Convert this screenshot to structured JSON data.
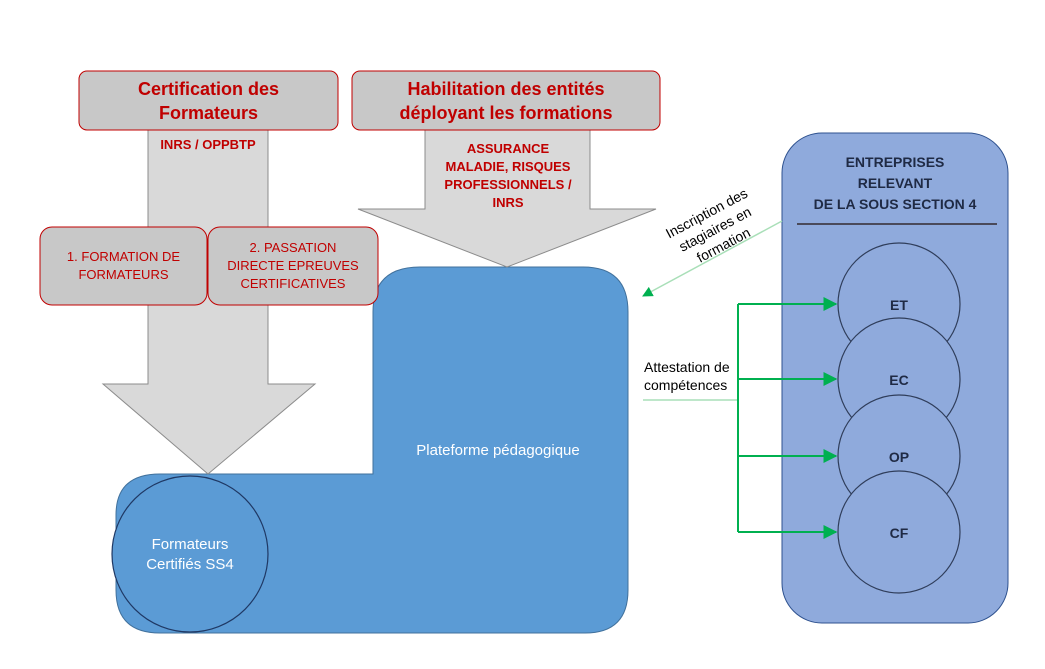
{
  "certification": {
    "title": "Certification des\nFormateurs",
    "subtitle": "INRS / OPPBTP",
    "step1": "1. FORMATION DE\nFORMATEURS",
    "step2": "2. PASSATION\nDIRECTE EPREUVES\nCERTIFICATIVES"
  },
  "habilitation": {
    "title": "Habilitation des entités\ndéployant les formations",
    "subtitle": "ASSURANCE\nMALADIE, RISQUES\nPROFESSIONNELS /\nINRS"
  },
  "platform": {
    "label": "Plateforme pédagogique"
  },
  "trainers": {
    "label": "Formateurs\nCertifiés SS4"
  },
  "companies": {
    "title": "ENTREPRISES\nRELEVANT\nDE LA SOUS SECTION  4",
    "items": [
      "ET",
      "EC",
      "OP",
      "CF"
    ]
  },
  "arrows": {
    "inscription": "Inscription des\nstagiaires en\nformation",
    "attestation": "Attestation de\ncompétences"
  },
  "colors": {
    "header_fill": "#c8c8c8",
    "red_text": "#c00000",
    "big_arrow_fill": "#d9d9d9",
    "platform_fill": "#5b9bd5",
    "companies_fill": "#8faadc",
    "green_connector": "#00b050"
  }
}
